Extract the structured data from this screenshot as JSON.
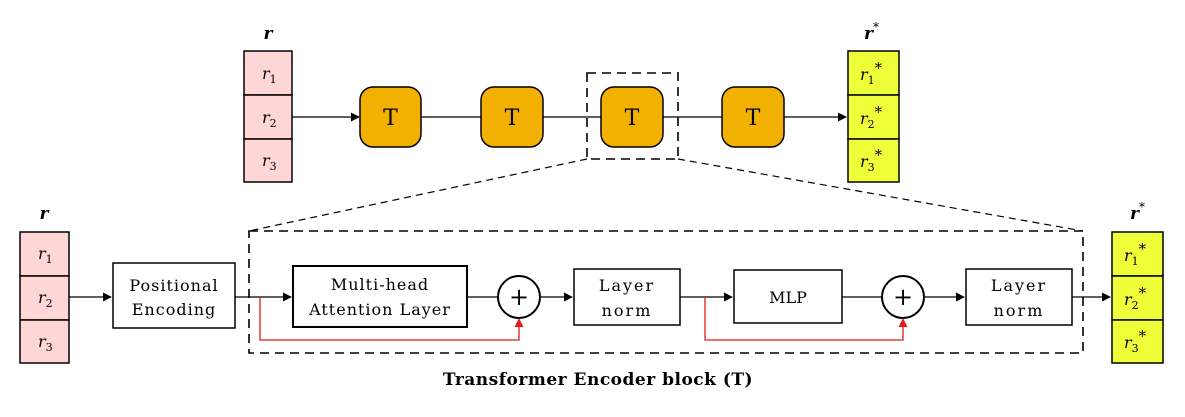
{
  "colors": {
    "pink": "#ffd6d6",
    "yellow": "#eeff3a",
    "orange": "#f2b100",
    "red": "#e01b1b",
    "stroke": "#000000"
  },
  "top": {
    "input_label": "r",
    "input_cells": [
      "r",
      "r",
      "r"
    ],
    "input_subs": [
      "1",
      "2",
      "3"
    ],
    "blocks": [
      "T",
      "T",
      "T",
      "T"
    ],
    "output_label": "r",
    "output_label_sup": "*",
    "output_cells": [
      "r",
      "r",
      "r"
    ],
    "output_subs": [
      "1",
      "2",
      "3"
    ],
    "output_sup": "*"
  },
  "bottom": {
    "input_label": "r",
    "input_cells": [
      "r",
      "r",
      "r"
    ],
    "input_subs": [
      "1",
      "2",
      "3"
    ],
    "positional_encoding": [
      "Positional",
      "Encoding"
    ],
    "multihead_attention": [
      "Multi-head",
      "Attention Layer"
    ],
    "plus_symbol": "+",
    "layer_norm": [
      "Layer",
      "norm"
    ],
    "mlp": "MLP",
    "output_label": "r",
    "output_label_sup": "*",
    "output_cells": [
      "r",
      "r",
      "r"
    ],
    "output_subs": [
      "1",
      "2",
      "3"
    ],
    "output_sup": "*",
    "caption": "Transformer Encoder block (T)"
  }
}
